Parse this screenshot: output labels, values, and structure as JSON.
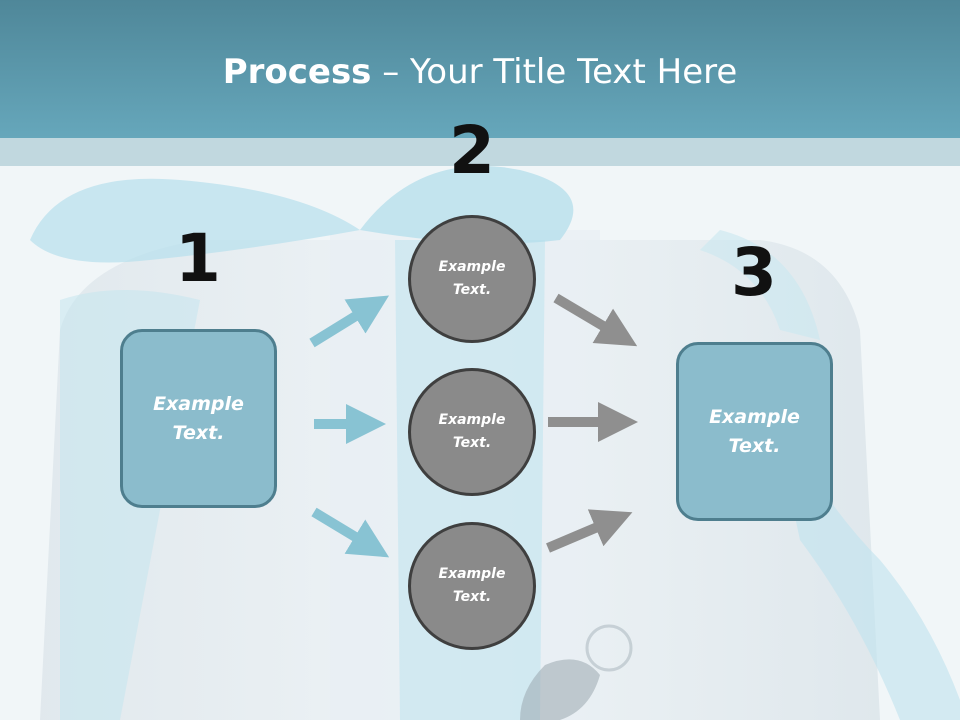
{
  "title": {
    "bold": "Process",
    "rest": " – Your Title Text Here"
  },
  "steps": [
    {
      "number": "1",
      "label": "Example Text."
    },
    {
      "number": "2",
      "items": [
        "Example Text.",
        "Example Text.",
        "Example Text."
      ]
    },
    {
      "number": "3",
      "label": "Example Text."
    }
  ],
  "colors": {
    "header": "#5f9db1",
    "box_fill": "#8bbccc",
    "circle_fill": "#8a8a8a",
    "arrow_blue": "#88c3d3",
    "arrow_gray": "#8f8f8f"
  }
}
